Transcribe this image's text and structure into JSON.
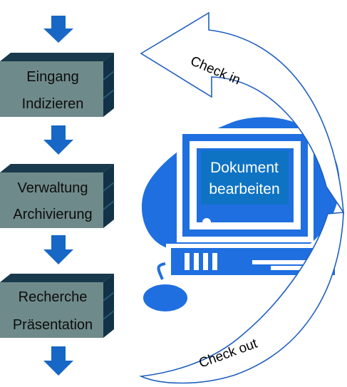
{
  "process_steps": [
    {
      "line1": "Eingang",
      "line2": "Indizieren"
    },
    {
      "line1": "Verwaltung",
      "line2": "Archivierung"
    },
    {
      "line1": "Recherche",
      "line2": "Präsentation"
    }
  ],
  "cycle": {
    "check_in_label": "Check in",
    "check_out_label": "Check out"
  },
  "workstation": {
    "screen_line1": "Dokument",
    "screen_line2": "bearbeiten"
  },
  "colors": {
    "box_face": "#6f8a8a",
    "box_top": "#193a4c",
    "box_side": "#123247",
    "down_arrow": "#1767c6",
    "computer_blue": "#1f6fe0",
    "screen_panel": "#0f73c4"
  }
}
